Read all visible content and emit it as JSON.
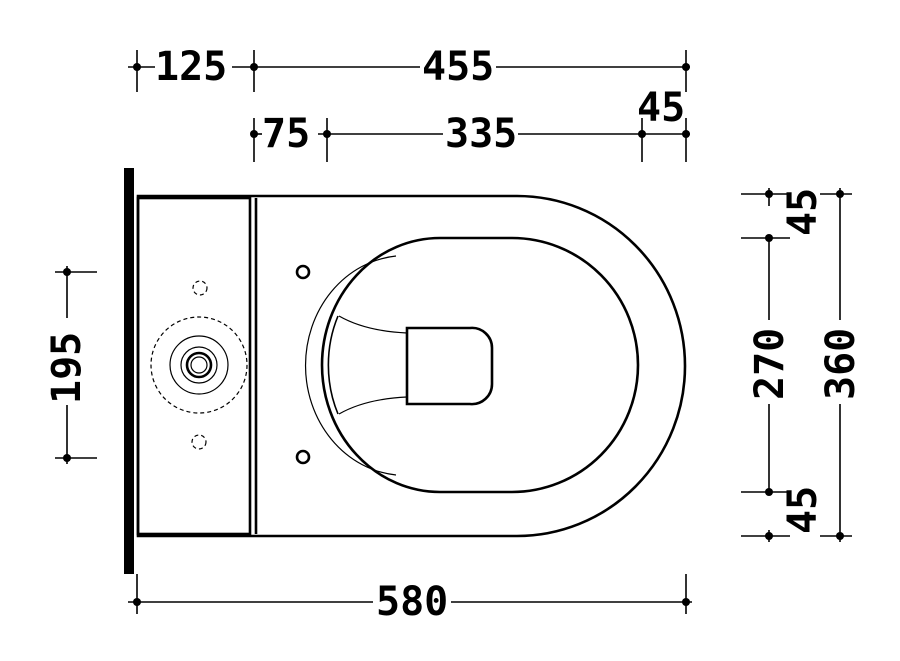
{
  "dimensions": {
    "top_left": "125",
    "top_main": "455",
    "top_small_left": "75",
    "top_middle": "335",
    "top_right_small": "45",
    "left_vertical": "195",
    "right_top_small": "45",
    "right_inner": "270",
    "right_outer": "360",
    "right_bottom_small": "45",
    "bottom_width": "580"
  }
}
